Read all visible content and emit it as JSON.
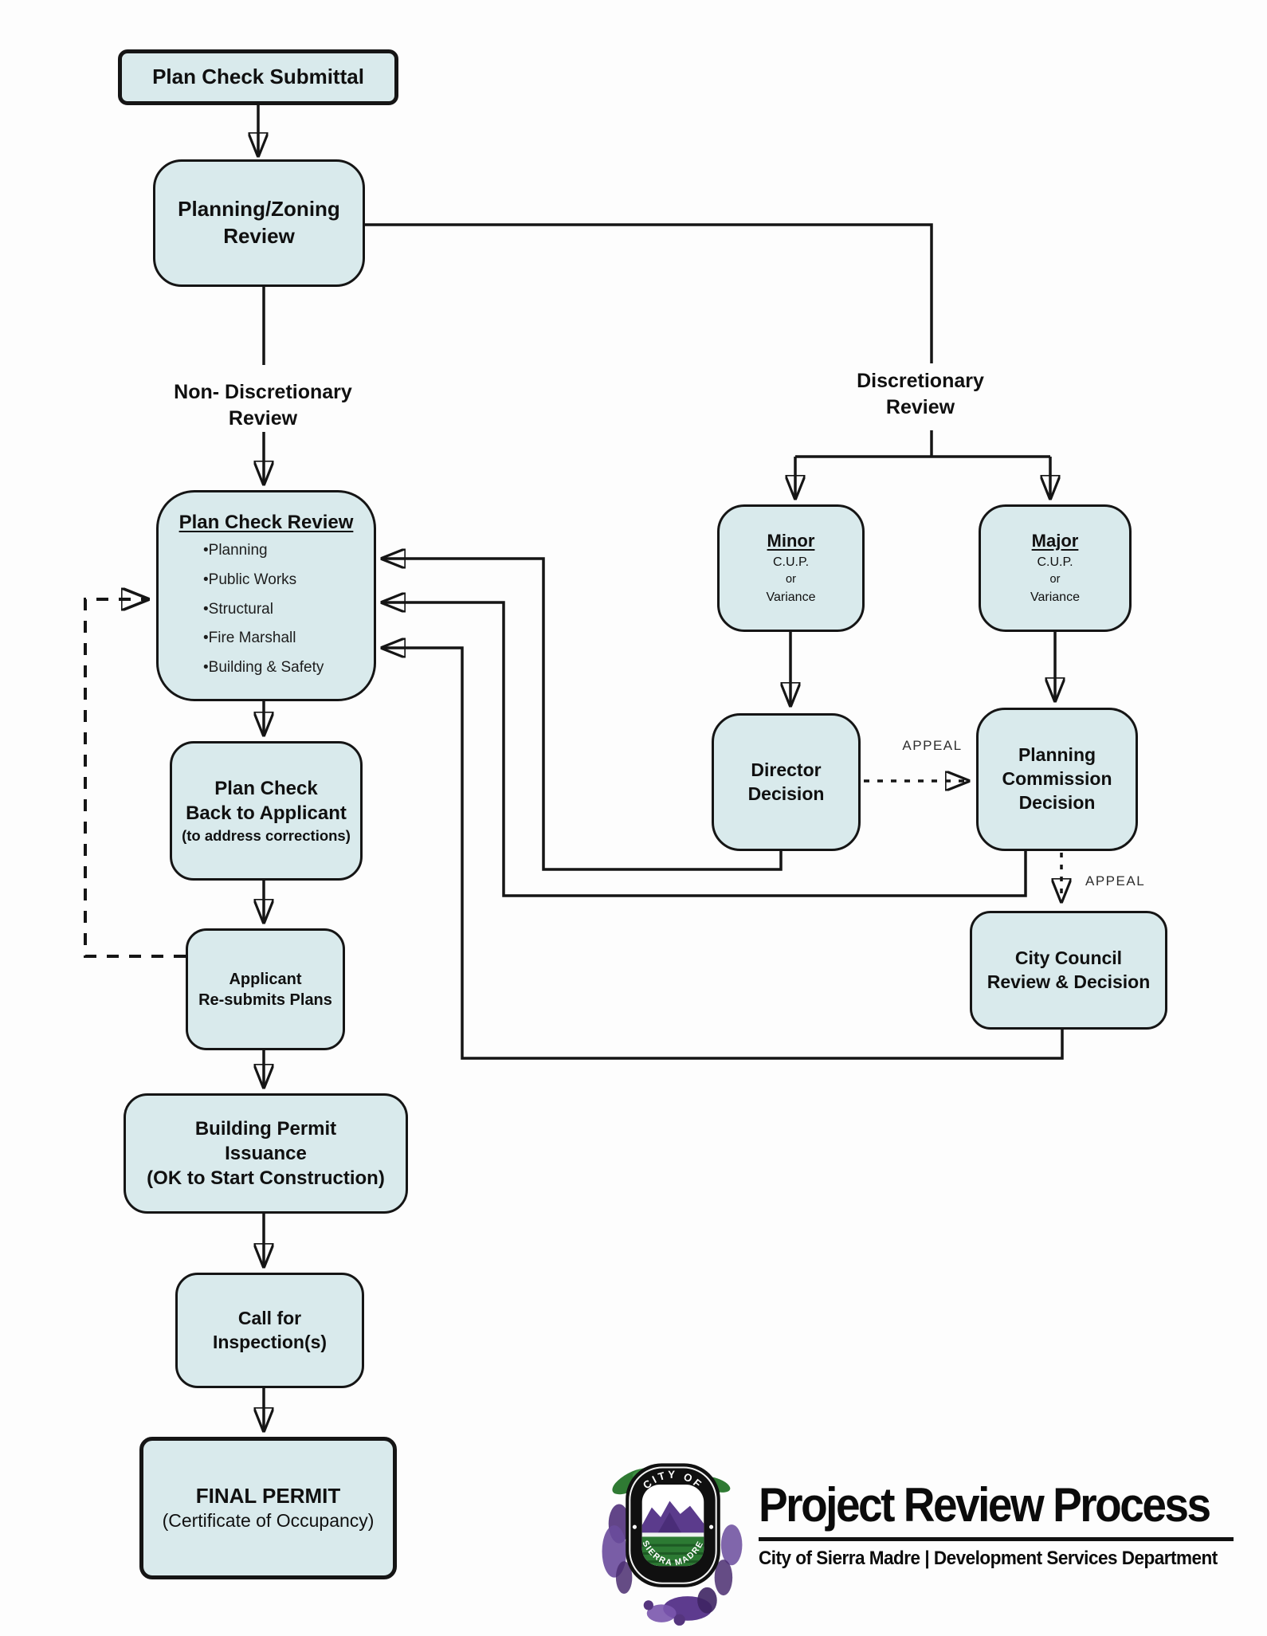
{
  "colors": {
    "box_fill": "#d9eaec",
    "box_border": "#151515",
    "line": "#151515",
    "text": "#101010",
    "seal_purple": "#5d3b8e",
    "seal_green": "#2f7a33"
  },
  "nodes": {
    "submittal": {
      "label": "Plan Check Submittal"
    },
    "planning_zoning": {
      "line1": "Planning/Zoning",
      "line2": "Review"
    },
    "plan_check_review": {
      "title": "Plan Check Review",
      "b1": "•Planning",
      "b2": "•Public Works",
      "b3": "•Structural",
      "b4": "•Fire Marshall",
      "b5": "•Building & Safety"
    },
    "plan_check_back": {
      "line1": "Plan Check",
      "line2": "Back to Applicant",
      "line3": "(to address corrections)"
    },
    "resubmit": {
      "line1": "Applicant",
      "line2": "Re-submits Plans"
    },
    "building_permit": {
      "line1": "Building Permit",
      "line2": "Issuance",
      "line3": "(OK to Start Construction)"
    },
    "inspection": {
      "line1": "Call for",
      "line2": "Inspection(s)"
    },
    "final_permit": {
      "line1": "FINAL PERMIT",
      "line2": "(Certificate of Occupancy)"
    },
    "minor": {
      "title": "Minor",
      "line1": "C.U.P.",
      "line2": "or",
      "line3": "Variance"
    },
    "major": {
      "title": "Major",
      "line1": "C.U.P.",
      "line2": "or",
      "line3": "Variance"
    },
    "director": {
      "line1": "Director",
      "line2": "Decision"
    },
    "commission": {
      "line1": "Planning",
      "line2": "Commission",
      "line3": "Decision"
    },
    "council": {
      "line1": "City Council",
      "line2": "Review & Decision"
    }
  },
  "labels": {
    "non_discretionary_1": "Non- Discretionary",
    "non_discretionary_2": "Review",
    "discretionary_1": "Discretionary",
    "discretionary_2": "Review",
    "appeal_director": "APPEAL",
    "appeal_council": "APPEAL"
  },
  "footer": {
    "title": "Project Review Process",
    "subtitle": "City of Sierra Madre | Development Services Department",
    "seal_top": "CITY OF",
    "seal_bottom": "SIERRA MADRE"
  }
}
